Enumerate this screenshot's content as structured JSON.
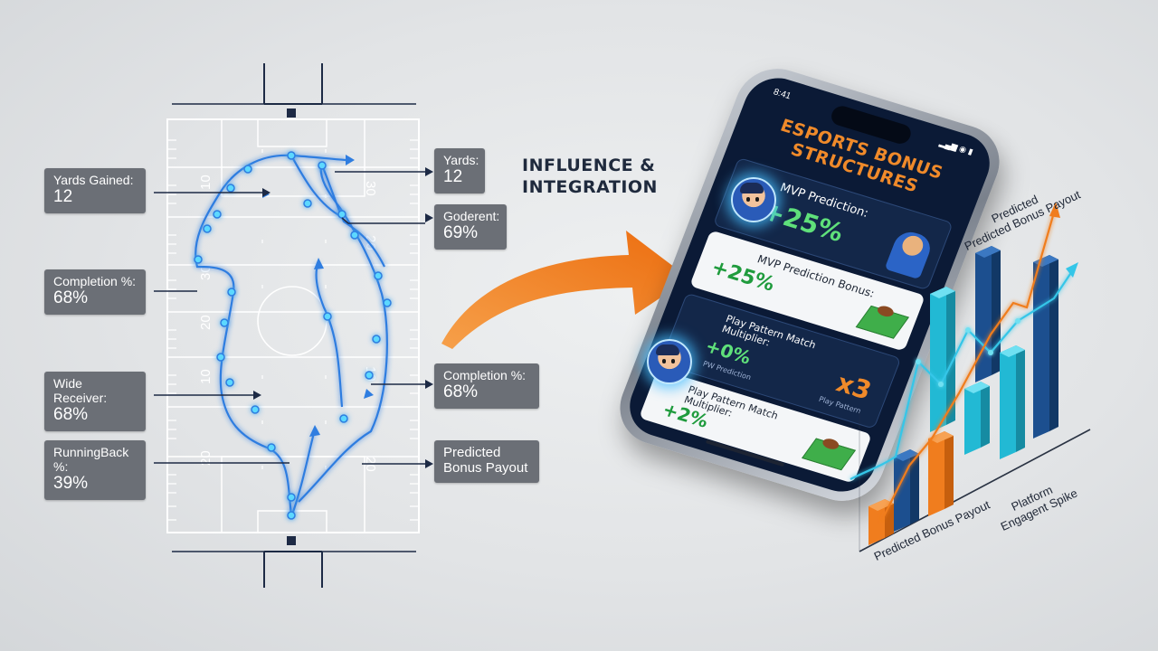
{
  "playbook": {
    "stats_left": [
      {
        "label": "Yards Gained:",
        "value": "12"
      },
      {
        "label": "Completion %:",
        "value": "68%"
      },
      {
        "label": "Wide Receiver:",
        "value": "68%"
      },
      {
        "label": "RunningBack %:",
        "value": "39%"
      }
    ],
    "stats_right": [
      {
        "label": "Yards:",
        "value": "12"
      },
      {
        "label": "Goderent:",
        "value": "69%"
      },
      {
        "label": "Completion %:",
        "value": "68%"
      },
      {
        "label": "Predicted",
        "value": "Bonus Payout"
      }
    ],
    "yard_numbers": [
      "10",
      "30",
      "20",
      "10",
      "20",
      "30",
      "20",
      "10",
      "20"
    ]
  },
  "heading": {
    "line1": "INFLUENCE &",
    "line2": "INTEGRATION"
  },
  "phone": {
    "time": "8:41",
    "signal": "▂▄▆ ◉ ▮",
    "title_line1": "ESPORTS BONUS",
    "title_line2": "STRUCTURES",
    "cards": [
      {
        "label": "MVP Prediction:",
        "value": "+25%"
      },
      {
        "label": "MVP Prediction Bonus:",
        "value": "+25%"
      },
      {
        "label": "Play Pattern Match Multiplier:",
        "value": "+0%",
        "multiplier": "x3",
        "foot_left": "PW Prediction",
        "foot_right": "Play Pattern"
      },
      {
        "label": "Play Pattern Match Multiplier:",
        "value": "+2%"
      }
    ]
  },
  "chart": {
    "label_top_line1": "Predicted",
    "label_top_line2": "Predicted Bonus Payout",
    "label_bottom_right_line1": "Platform",
    "label_bottom_right_line2": "Engagent Spike",
    "label_bottom_left": "Predicted Bonus Payout"
  },
  "colors": {
    "orange": "#f07d1e",
    "navy": "#0b1a36",
    "field_line": "#ffffff",
    "route": "#2f7de0",
    "glow": "#5cd8ff",
    "bar_dark": "#1c4f8f",
    "bar_cyan": "#22b9d4"
  }
}
